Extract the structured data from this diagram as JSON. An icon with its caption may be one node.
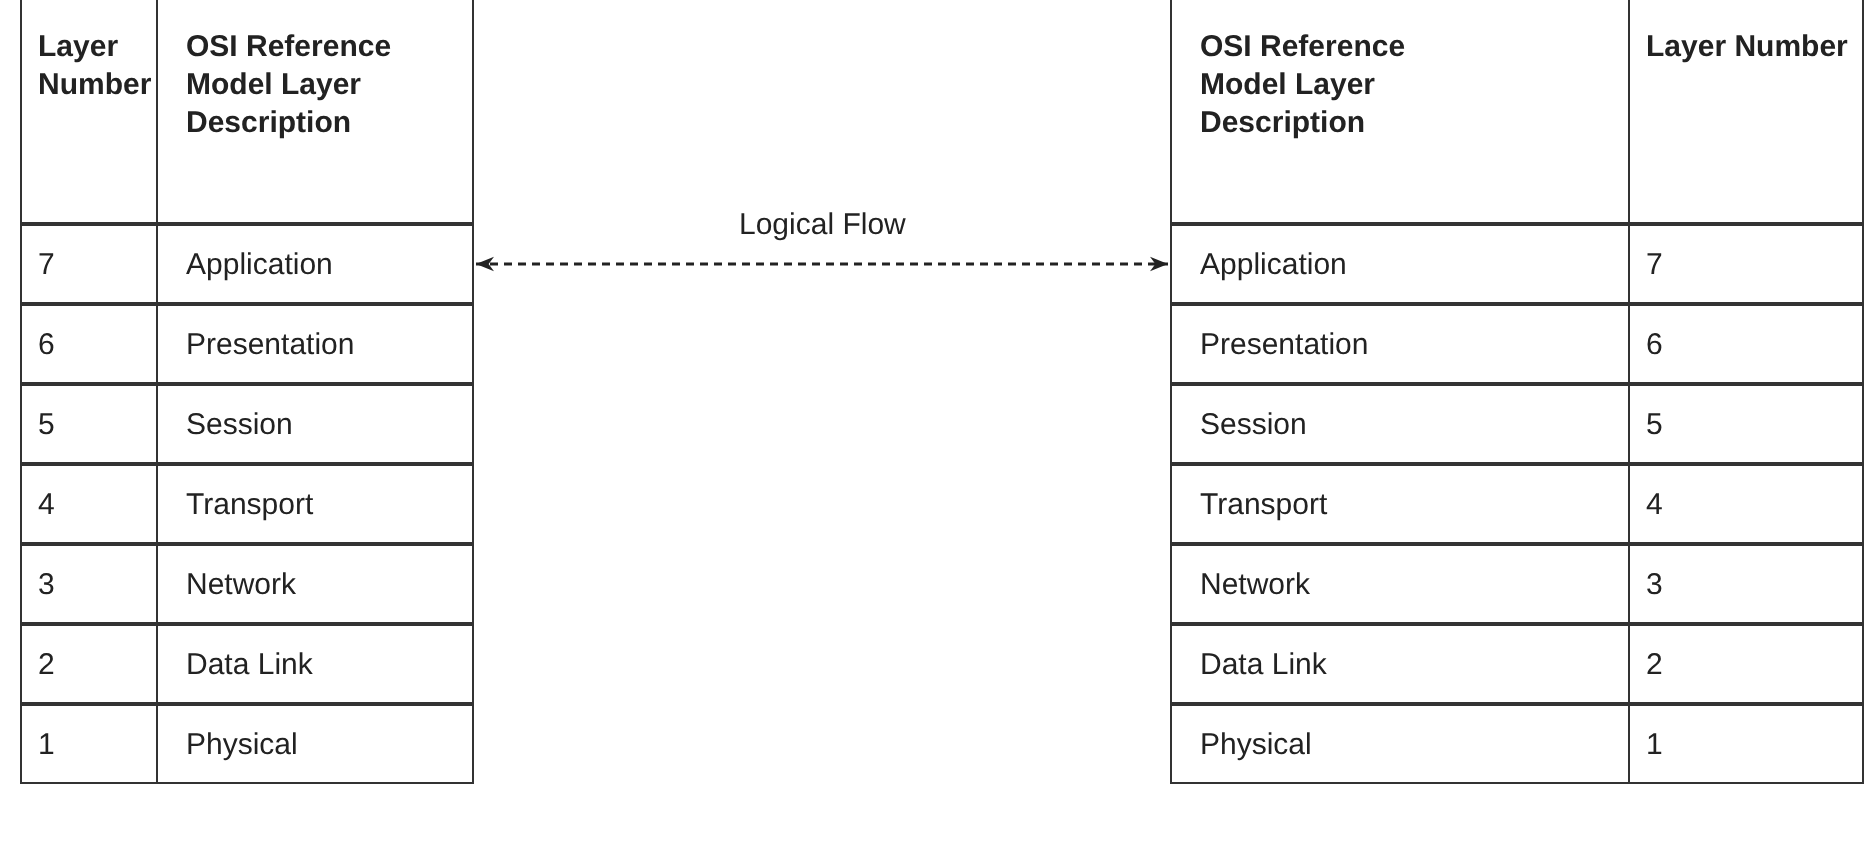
{
  "diagram": {
    "nodes": [
      {
        "text": [
          "Layer Number"
        ]
      },
      {
        "text": [
          "OSI Reference Model Layer Description"
        ]
      },
      {
        "text": [
          "OSI Reference Model Layer Description"
        ]
      },
      {
        "text": [
          "Layer Number"
        ]
      },
      {
        "text": [
          "7"
        ]
      },
      {
        "text": [
          "Application"
        ]
      },
      {
        "text": [
          "Application"
        ]
      },
      {
        "text": [
          "7"
        ]
      },
      {
        "text": [
          "6"
        ]
      },
      {
        "text": [
          "Presentation"
        ]
      },
      {
        "text": [
          "Presentation"
        ]
      },
      {
        "text": [
          "6"
        ]
      },
      {
        "text": [
          "5"
        ]
      },
      {
        "text": [
          "Session"
        ]
      },
      {
        "text": [
          "Session"
        ]
      },
      {
        "text": [
          "5"
        ]
      },
      {
        "text": [
          "4"
        ]
      },
      {
        "text": [
          "Transport"
        ]
      },
      {
        "text": [
          "Transport"
        ]
      },
      {
        "text": [
          "4"
        ]
      },
      {
        "text": [
          "3"
        ]
      },
      {
        "text": [
          "Network"
        ]
      },
      {
        "text": [
          "Network"
        ]
      },
      {
        "text": [
          "3"
        ]
      },
      {
        "text": [
          "2"
        ]
      },
      {
        "text": [
          "Data Link"
        ]
      },
      {
        "text": [
          "Data Link"
        ]
      },
      {
        "text": [
          "2"
        ]
      },
      {
        "text": [
          "1"
        ]
      },
      {
        "text": [
          "Physical"
        ]
      },
      {
        "text": [
          "Physical"
        ]
      },
      {
        "text": [
          "1"
        ]
      }
    ],
    "edges": [
      {
        "from": 5,
        "to": 6,
        "arrow": "both",
        "style": "dashed",
        "label": "Logical Flow"
      }
    ]
  }
}
